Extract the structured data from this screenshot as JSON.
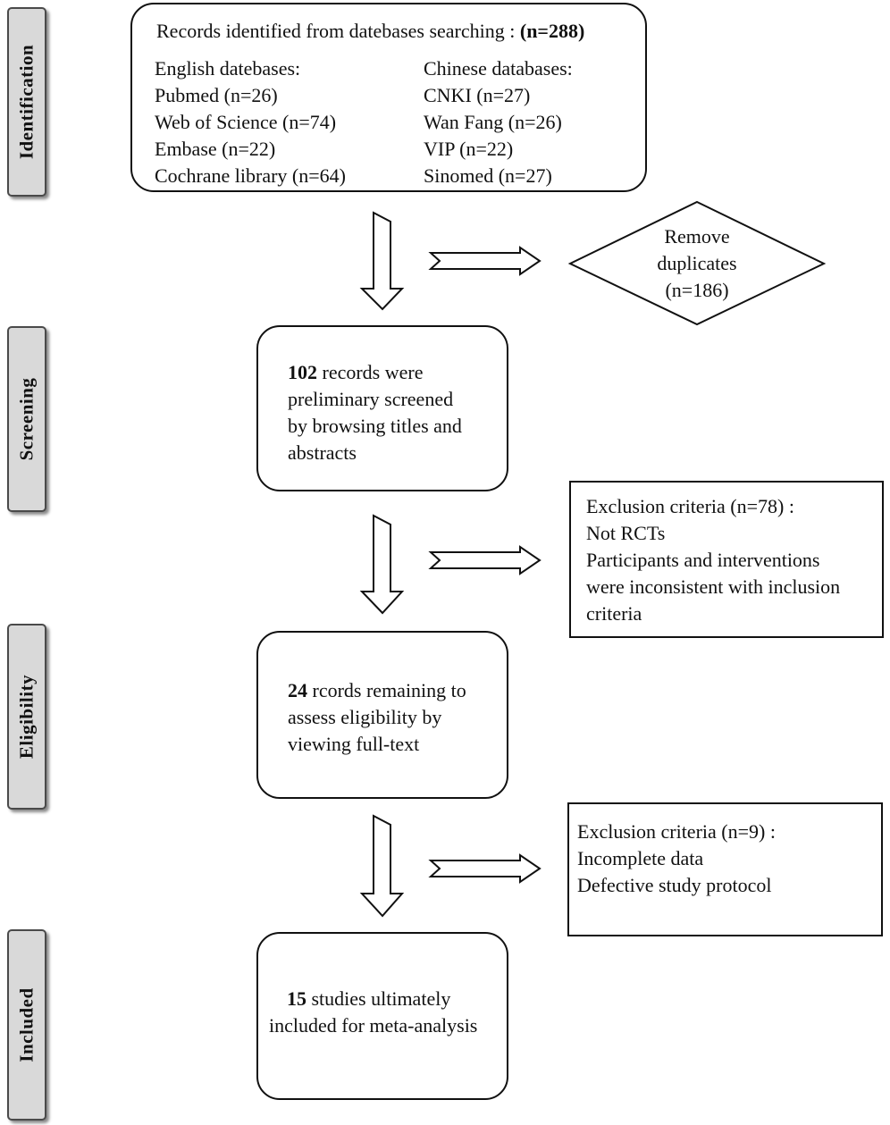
{
  "stages": [
    {
      "label": "Identification"
    },
    {
      "label": "Screening"
    },
    {
      "label": "Eligibility"
    },
    {
      "label": "Included"
    }
  ],
  "identification": {
    "header_prefix": "Records identified from datebases searching : ",
    "header_count": "(n=288)",
    "english": {
      "title": "English datebases:",
      "items": [
        "Pubmed (n=26)",
        "Web of Science (n=74)",
        "Embase (n=22)",
        "Cochrane library (n=64)"
      ]
    },
    "chinese": {
      "title": "Chinese databases:",
      "items": [
        "CNKI (n=27)",
        "Wan Fang (n=26)",
        "VIP (n=22)",
        "Sinomed (n=27)"
      ]
    }
  },
  "duplicates": {
    "lines": [
      "Remove",
      "duplicates",
      "(n=186)"
    ]
  },
  "screening": {
    "count": "102",
    "lines": [
      " records were",
      "preliminary screened",
      "by browsing titles and",
      "abstracts"
    ]
  },
  "exclusion1": {
    "lines": [
      "Exclusion criteria (n=78) :",
      "Not RCTs",
      "Participants and interventions",
      "were inconsistent with inclusion",
      "criteria"
    ]
  },
  "eligibility": {
    "count": "24",
    "lines": [
      " rcords remaining to",
      "assess eligibility by",
      "viewing full-text"
    ]
  },
  "exclusion2": {
    "lines": [
      "Exclusion criteria (n=9) :",
      "Incomplete data",
      "Defective study protocol"
    ]
  },
  "included": {
    "count": "15",
    "lines": [
      " studies ultimately",
      "included for meta-analysis"
    ]
  }
}
